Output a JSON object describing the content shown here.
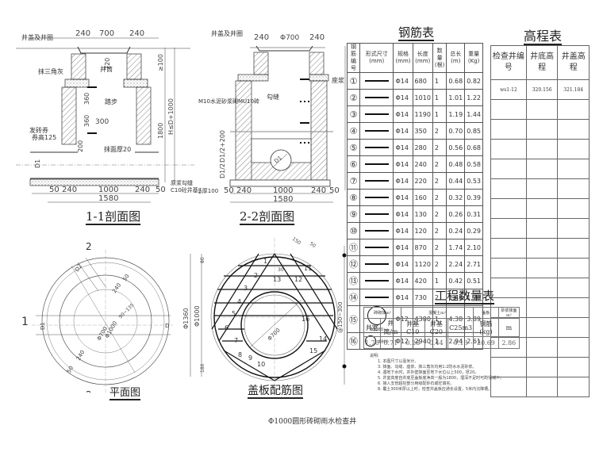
{
  "drawing": {
    "caption": "Φ1000圆形砖砌雨水检查井"
  },
  "section_1_1": {
    "title": "1-1剖面图",
    "labels": {
      "cover": "井盖及井圈",
      "fillet": "抹三角灰",
      "arch": "发砖券",
      "arch_height": "券高125",
      "step": "踏步",
      "plaster": "抹面厚20",
      "base1": "原浆勾缝",
      "base2": "C10砼井基",
      "well_neck": "井筒"
    },
    "dims_top": [
      "240",
      "700",
      "240"
    ],
    "dims_bottom": [
      "50",
      "240",
      "1000",
      "240",
      "50"
    ],
    "dim_total": "1580",
    "dims_vertical": [
      "≥100",
      "120",
      "H≤D+1000",
      "1800",
      "720",
      "360",
      "360",
      "300",
      "200",
      "D1"
    ]
  },
  "section_2_2": {
    "title": "2-2剖面图",
    "labels": {
      "cover": "井盖及井圈",
      "mortar": "座浆",
      "wall": "M10水泥砂浆砌MU10砖",
      "joint": "勾缝",
      "base": "C10砼井基厚100"
    },
    "dims_top": [
      "240",
      "Φ700",
      "240"
    ],
    "dims_bottom": [
      "50",
      "240",
      "1000",
      "240",
      "50"
    ],
    "dim_total": "1580",
    "dims_vertical": [
      "D1/2+200",
      "D1/2"
    ],
    "pipe_label": "D1"
  },
  "plan": {
    "title": "平面图",
    "section_marks": [
      "2",
      "1",
      "2"
    ],
    "dims": [
      "D2",
      "50",
      "240",
      "Φ700",
      "Φ1000",
      "90~135",
      "240",
      "50",
      "D1",
      "D"
    ]
  },
  "cover_rebar": {
    "title": "盖板配筋图",
    "dims": [
      "150",
      "50",
      "80",
      "30",
      "80",
      "Φ1360",
      "Φ1000",
      "Φ700",
      "80",
      "50",
      "@150~300",
      "150",
      "50",
      "80",
      "180",
      "50",
      "50"
    ],
    "bar_marks": [
      "1",
      "2",
      "3",
      "4",
      "5",
      "6",
      "7",
      "8",
      "9",
      "10",
      "11",
      "12",
      "13",
      "14",
      "15",
      "16"
    ]
  },
  "rebar_table": {
    "title": "钢筋表",
    "headers": [
      "钢筋编号",
      "形式尺寸(mm)",
      "规格(mm)",
      "长度(mm)",
      "数量(根)",
      "总长(m)",
      "重量(Kg)"
    ],
    "rows": [
      {
        "no": "①",
        "shape": "line",
        "spec": "Φ14",
        "length": "680",
        "count": "1",
        "total": "0.68",
        "weight": "0.82"
      },
      {
        "no": "②",
        "shape": "line",
        "spec": "Φ14",
        "length": "1010",
        "count": "1",
        "total": "1.01",
        "weight": "1.22"
      },
      {
        "no": "③",
        "shape": "line",
        "spec": "Φ14",
        "length": "1190",
        "count": "1",
        "total": "1.19",
        "weight": "1.44"
      },
      {
        "no": "④",
        "shape": "line",
        "spec": "Φ14",
        "length": "350",
        "count": "2",
        "total": "0.70",
        "weight": "0.85"
      },
      {
        "no": "⑤",
        "shape": "line",
        "spec": "Φ14",
        "length": "280",
        "count": "2",
        "total": "0.56",
        "weight": "0.68"
      },
      {
        "no": "⑥",
        "shape": "line",
        "spec": "Φ14",
        "length": "240",
        "count": "2",
        "total": "0.48",
        "weight": "0.58"
      },
      {
        "no": "⑦",
        "shape": "line",
        "spec": "Φ14",
        "length": "220",
        "count": "2",
        "total": "0.44",
        "weight": "0.53"
      },
      {
        "no": "⑧",
        "shape": "line",
        "spec": "Φ14",
        "length": "160",
        "count": "2",
        "total": "0.32",
        "weight": "0.39"
      },
      {
        "no": "⑨",
        "shape": "line",
        "spec": "Φ14",
        "length": "130",
        "count": "2",
        "total": "0.26",
        "weight": "0.31"
      },
      {
        "no": "⑩",
        "shape": "line",
        "spec": "Φ14",
        "length": "120",
        "count": "2",
        "total": "0.24",
        "weight": "0.29"
      },
      {
        "no": "⑪",
        "shape": "line",
        "spec": "Φ14",
        "length": "870",
        "count": "2",
        "total": "1.74",
        "weight": "2.10"
      },
      {
        "no": "⑫",
        "shape": "line",
        "spec": "Φ14",
        "length": "1120",
        "count": "2",
        "total": "2.24",
        "weight": "2.71"
      },
      {
        "no": "⑬",
        "shape": "line",
        "spec": "Φ14",
        "length": "420",
        "count": "1",
        "total": "0.42",
        "weight": "0.51"
      },
      {
        "no": "⑭",
        "shape": "line",
        "spec": "Φ14",
        "length": "730",
        "count": "2",
        "total": "1.46",
        "weight": "1.76"
      },
      {
        "no": "⑮",
        "shape": "circle-large",
        "shape_label": "Φ1260",
        "spec": "Φ12",
        "length": "4380",
        "count": "1",
        "total": "4.38",
        "weight": "3.89"
      },
      {
        "no": "⑯",
        "shape": "circle-small",
        "shape_label": "Φ800",
        "spec": "Φ12",
        "length": "2940",
        "count": "1",
        "total": "2.94",
        "weight": "2.61"
      }
    ]
  },
  "elevation_table": {
    "title": "高程表",
    "headers": [
      "检查井编号",
      "井底高程",
      "井盖高程"
    ],
    "rows": [
      [
        "ws1-12",
        "320.156",
        "321.184"
      ],
      [
        "",
        "",
        ""
      ],
      [
        "",
        "",
        ""
      ],
      [
        "",
        "",
        ""
      ],
      [
        "",
        "",
        ""
      ],
      [
        "",
        "",
        ""
      ],
      [
        "",
        "",
        ""
      ],
      [
        "",
        "",
        ""
      ],
      [
        "",
        "",
        ""
      ],
      [
        "",
        "",
        ""
      ],
      [
        "",
        "",
        ""
      ],
      [
        "",
        "",
        ""
      ],
      [
        "",
        "",
        ""
      ],
      [
        "",
        "",
        ""
      ],
      [
        "",
        "",
        ""
      ],
      [
        "",
        "",
        ""
      ],
      [
        "",
        "",
        ""
      ],
      [
        "",
        "",
        ""
      ]
    ]
  },
  "quantity_table": {
    "title": "工程数量表",
    "group_headers": [
      "砖砌体m³",
      "混凝土m³",
      "盖板",
      "砂浆抹面m²"
    ],
    "headers": [
      "井室",
      "井筒/m",
      "井基C10",
      "井基C20",
      "C25m3",
      "钢筋(kg)",
      "m"
    ],
    "values": [
      "1.76",
      "0.71",
      "0.28",
      "0.44",
      "0.13",
      "20.69",
      "2.86"
    ]
  },
  "notes": {
    "heading": "说明:",
    "items": [
      "1. 本图尺寸以毫米计。",
      "3. 抹面、勾缝、座浆、抹三角灰均用1:2防水水泥砂浆。",
      "4. 遇地下水时，井外壁抹面至地下水位以上500，厚20。",
      "5. 井室高度自井底至盖板底净高一般为1800，埋深不足时可酌情减少。",
      "6. 接入支管超挖部分用级配砂石或砼填实。",
      "8. 覆土300米厚以上时，检查井盖板应通长设置，5米内沉降槽。"
    ]
  },
  "colors": {
    "line": "#222222",
    "hatch": "#555555",
    "grid": "#666666"
  }
}
